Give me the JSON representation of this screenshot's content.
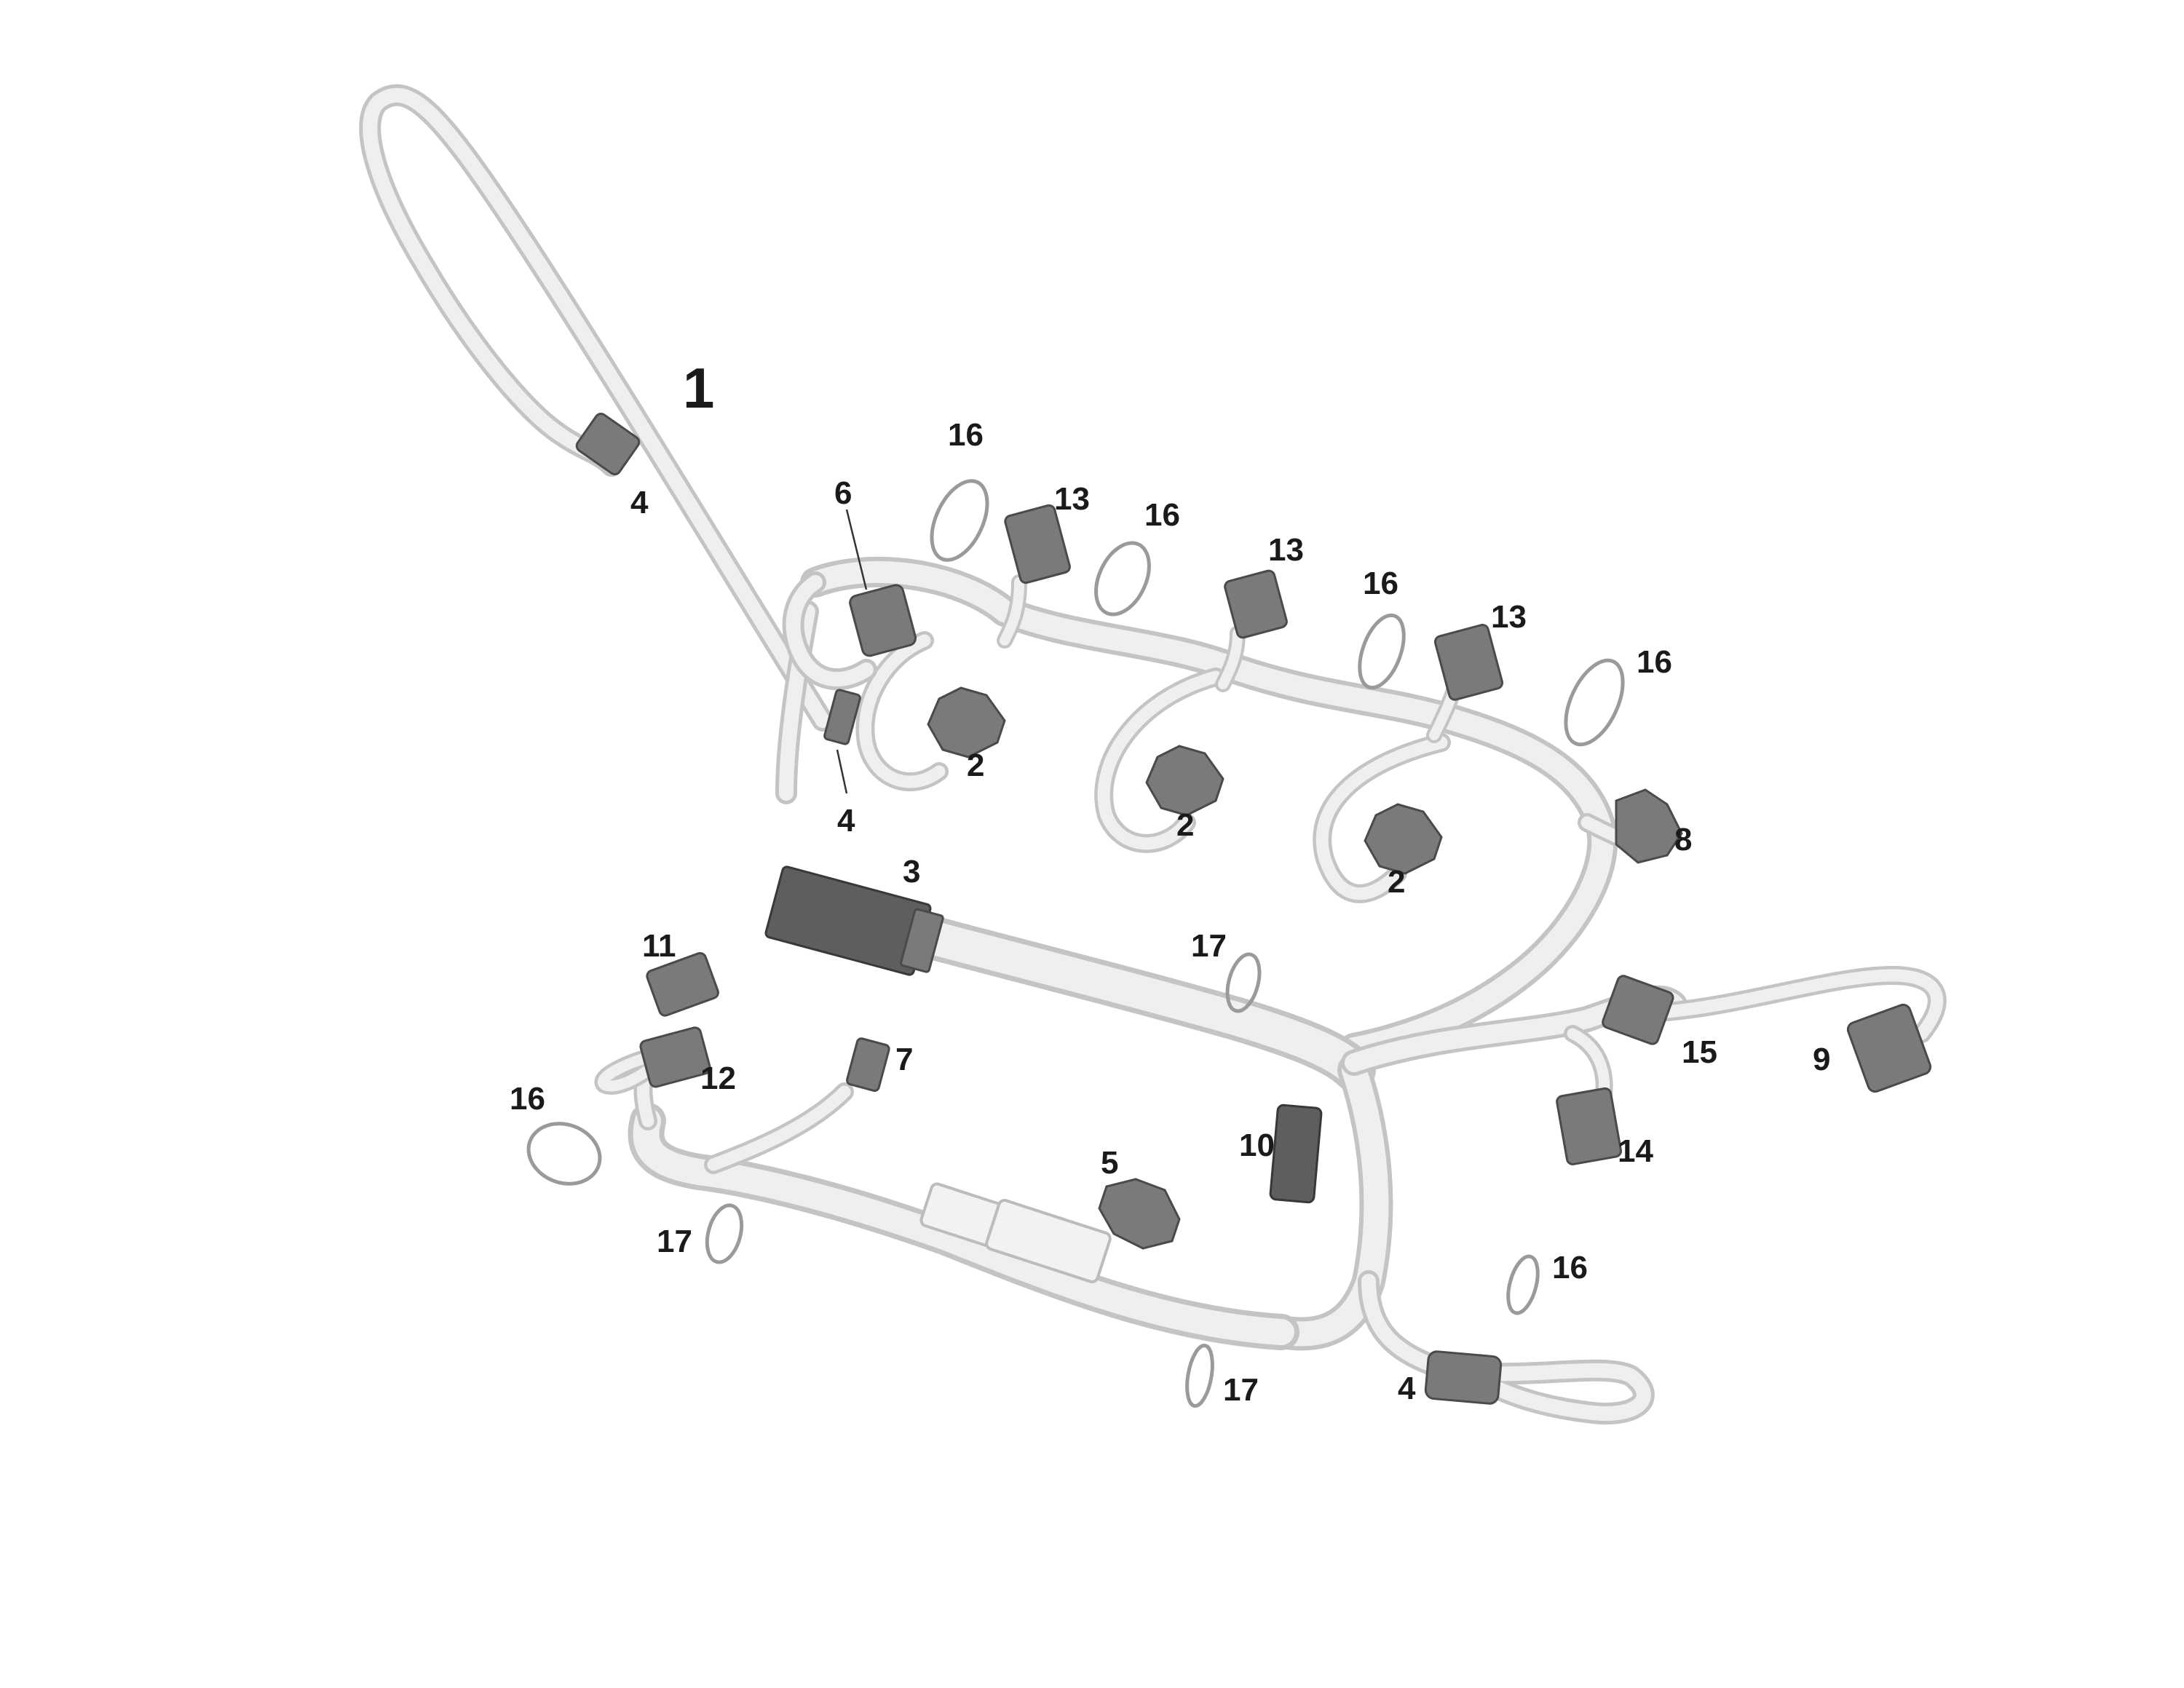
{
  "diagram": {
    "assembly_label": "1",
    "callouts": [
      {
        "id": "c-1",
        "text": "1"
      },
      {
        "id": "c-4a",
        "text": "4"
      },
      {
        "id": "c-16a",
        "text": "16"
      },
      {
        "id": "c-6",
        "text": "6"
      },
      {
        "id": "c-13a",
        "text": "13"
      },
      {
        "id": "c-16b",
        "text": "16"
      },
      {
        "id": "c-13b",
        "text": "13"
      },
      {
        "id": "c-16c",
        "text": "16"
      },
      {
        "id": "c-13c",
        "text": "13"
      },
      {
        "id": "c-16d",
        "text": "16"
      },
      {
        "id": "c-2a",
        "text": "2"
      },
      {
        "id": "c-4b",
        "text": "4"
      },
      {
        "id": "c-2b",
        "text": "2"
      },
      {
        "id": "c-2c",
        "text": "2"
      },
      {
        "id": "c-8",
        "text": "8"
      },
      {
        "id": "c-3",
        "text": "3"
      },
      {
        "id": "c-11",
        "text": "11"
      },
      {
        "id": "c-17a",
        "text": "17"
      },
      {
        "id": "c-7",
        "text": "7"
      },
      {
        "id": "c-12",
        "text": "12"
      },
      {
        "id": "c-15",
        "text": "15"
      },
      {
        "id": "c-9",
        "text": "9"
      },
      {
        "id": "c-16e",
        "text": "16"
      },
      {
        "id": "c-10",
        "text": "10"
      },
      {
        "id": "c-14",
        "text": "14"
      },
      {
        "id": "c-5",
        "text": "5"
      },
      {
        "id": "c-17b",
        "text": "17"
      },
      {
        "id": "c-16f",
        "text": "16"
      },
      {
        "id": "c-4c",
        "text": "4"
      },
      {
        "id": "c-17c",
        "text": "17"
      }
    ]
  },
  "colors": {
    "wire_outline": "#c4c4c4",
    "wire_fill": "#efefef",
    "connector": "#7a7a7a",
    "connector_dark": "#5e5e5e",
    "label": "#1a1a1a"
  }
}
